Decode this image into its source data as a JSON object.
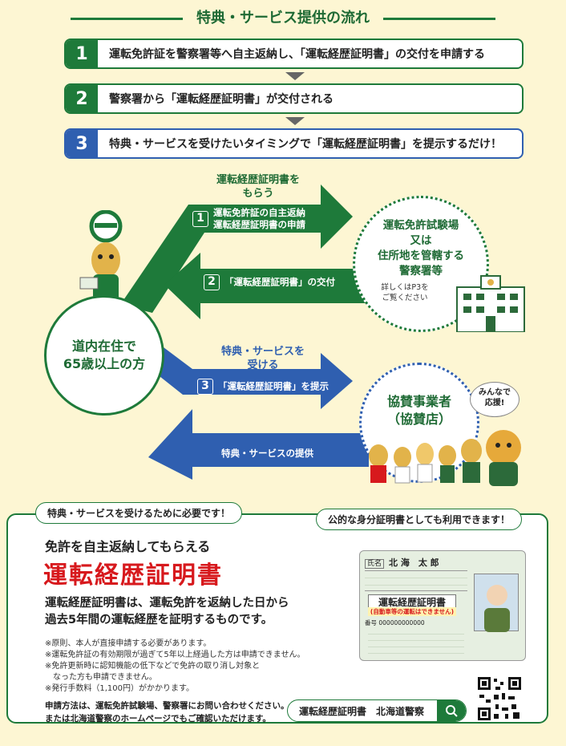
{
  "title": "特典・サービス提供の流れ",
  "steps": [
    {
      "num": "1",
      "text": "運転免許証を警察署等へ自主返納し、「運転経歴証明書」の交付を申請する"
    },
    {
      "num": "2",
      "text": "警察署から「運転経歴証明書」が交付される"
    },
    {
      "num": "3",
      "text": "特典・サービスを受けたいタイミングで「運転経歴証明書」を提示するだけ！"
    }
  ],
  "flow": {
    "get_label": "運転経歴証明書を\nもらう",
    "arrow1_num": "1",
    "arrow1_text": "運転免許証の自主返納\n運転経歴証明書の申請",
    "arrow2_num": "2",
    "arrow2_text": "「運転経歴証明書」の交付",
    "receive_label": "特典・サービスを\n受ける",
    "arrow3_num": "3",
    "arrow3_text": "「運転経歴証明書」を提示",
    "arrow4_text": "特典・サービスの提供",
    "resident": "道内在住で\n65歳以上の方",
    "police": "運転免許試験場\n又は\n住所地を管轄する\n警察署等",
    "police_note": "詳しくはP3を\nご覧ください",
    "partner": "協賛事業者\n（協賛店）",
    "cheer": "みんなで\n応援!"
  },
  "panel": {
    "bubble_left": "特典・サービスを受けるために必要です！",
    "bubble_right": "公的な身分証明書としても利用できます！",
    "heading": "免許を自主返納してもらえる",
    "title": "運転経歴証明書",
    "desc": "運転経歴証明書は、運転免許を返納した日から\n過去5年間の運転経歴を証明するものです。",
    "notes": [
      "※原則、本人が直接申請する必要があります。",
      "※運転免許証の有効期限が過ぎて5年以上経過した方は申請できません。",
      "※免許更新時に認知機能の低下などで免許の取り消し対象と",
      "　なった方も申請できません。",
      "※発行手数料（1,100円）がかかります。"
    ],
    "apply": "申請方法は、運転免許試験場、警察署にお問い合わせください。\nまたは北海道警察のホームページでもご確認いただけます。",
    "search_query": "運転経歴証明書　北海道警察",
    "card": {
      "name_label": "氏名",
      "name": "北 海　太 郎",
      "title": "運転経歴証明書",
      "warning": "(自動車等の運転はできません)",
      "number": "番号 000000000000"
    }
  }
}
